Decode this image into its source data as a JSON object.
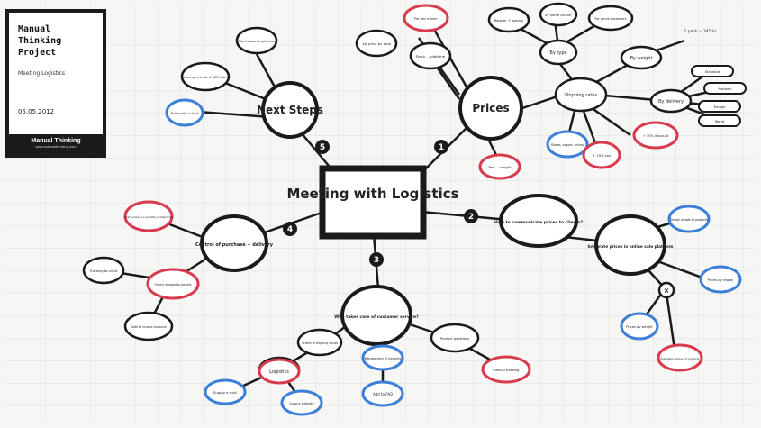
{
  "legend": {
    "title": "Manual Thinking Project",
    "subtitle": "Meeting Logistics",
    "date": "05.05.2012",
    "brand": "Manual Thinking",
    "url": "www.manualthinking.com"
  },
  "colors": {
    "ink": "#1a1a1a",
    "blue": "#3b7fd8",
    "red": "#d83a4e",
    "grid": "#d6d9df",
    "paper": "#f6f6f4"
  },
  "center": "Meeting with Logistics",
  "badges": [
    "1",
    "2",
    "3",
    "4",
    "5"
  ],
  "hubs": {
    "next_steps": "Next Steps",
    "prices": "Prices",
    "control": "Control of purchase + delivery",
    "who_takes_care": "Who takes care of customer service?",
    "communicate_prices": "How to communicate prices to clients?",
    "integrate_prices": "Integrate prices in online sale platform",
    "shipping_rates": "Shipping rates",
    "by_type": "By type",
    "by_weight": "By weight",
    "by_delivery": "By delivery",
    "logistics": "Logistics"
  },
  "leaves": {
    "next_steps": [
      "Start ideas to optimize",
      "Follow up of trade of CRM orders",
      "Finish web + start"
    ],
    "prices": [
      "Per ... weight",
      "Stock ... platform",
      "1st price by type"
    ],
    "by_type": [
      "Retailer + agency",
      "By home courier",
      "For prime customers"
    ],
    "by_weight": [
      "1 pack = 345 kr."
    ],
    "by_delivery": [
      "Standard",
      "National",
      "Europe",
      "World"
    ],
    "shipping": [
      "Stores, export, prices",
      "+ 10% discount",
      "+ 15% tax",
      "Per per month"
    ],
    "control": [
      "That comes to a quantity of shipments",
      "Tracking to client",
      "Orders shipped to parcels",
      "Date to invoice products"
    ],
    "who": [
      "Orders of shipping issues",
      "Management of incidents",
      "Product questions",
      "Add to FAQ",
      "Manual tracking"
    ],
    "logistics": [
      "Supply e-mail",
      "Supply website"
    ],
    "integrate": [
      "Design widget to products",
      "Prices by region",
      "Prices by weight",
      "Estimated delivery of products"
    ]
  }
}
